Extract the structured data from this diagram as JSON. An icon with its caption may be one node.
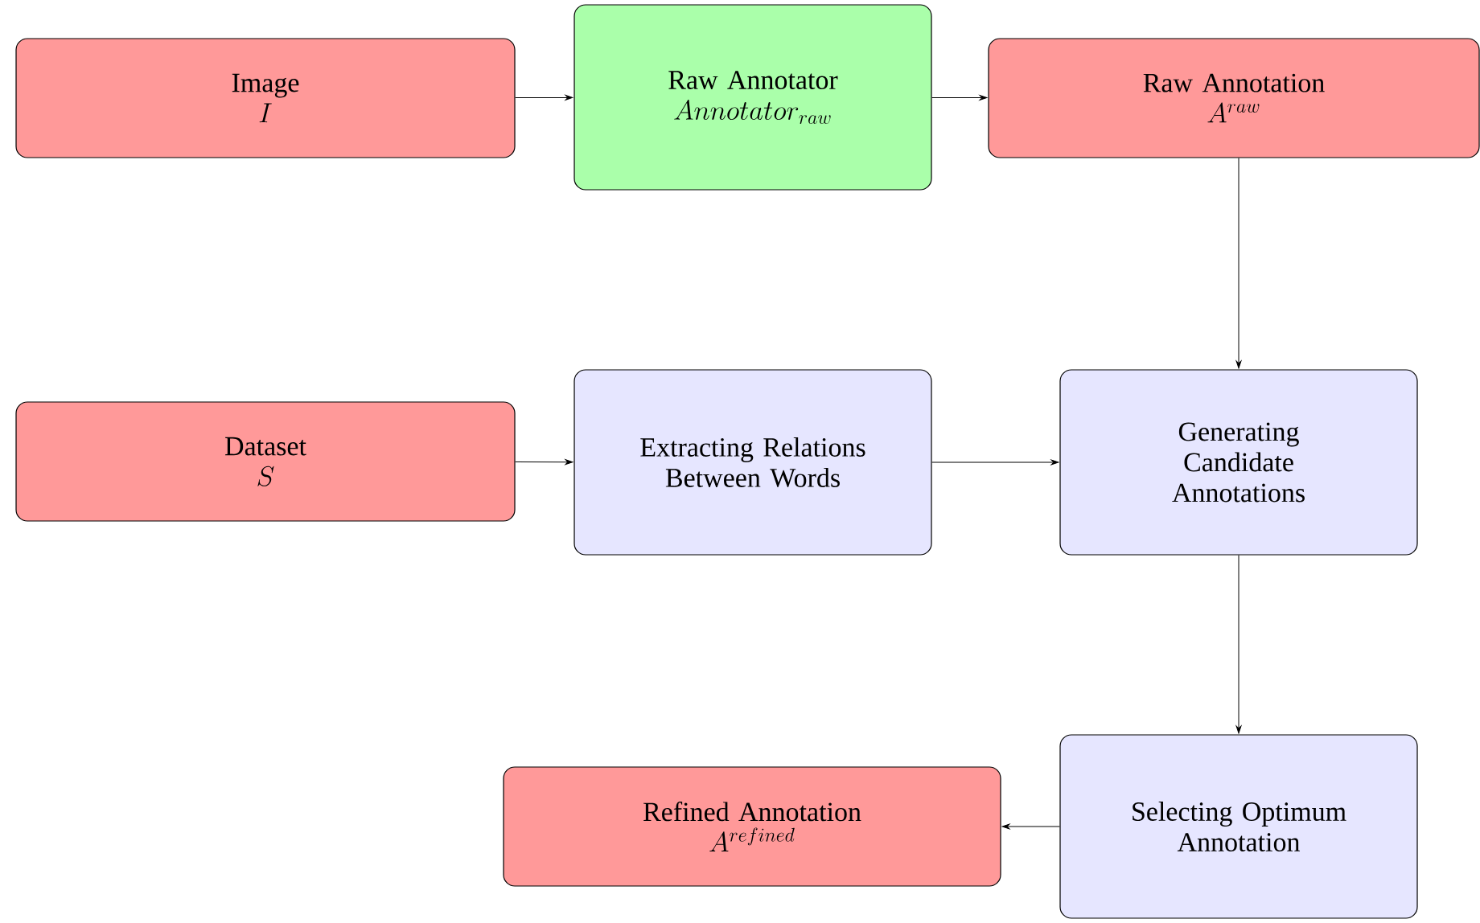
{
  "diagram": {
    "nodes": [
      {
        "text": [
          "Image",
          "I"
        ]
      },
      {
        "text": [
          "Raw Annotator",
          "Annotator_{raw}"
        ]
      },
      {
        "text": [
          "Raw Annotation",
          "A^{raw}"
        ]
      },
      {
        "text": [
          "Dataset",
          "S"
        ]
      },
      {
        "text": [
          "Extracting Relations Between Words"
        ]
      },
      {
        "text": [
          "Generating Candidate Annotations"
        ]
      },
      {
        "text": [
          "Selecting Optimum Annotation"
        ]
      },
      {
        "text": [
          "Refined Annotation",
          "A^{refined}"
        ]
      }
    ],
    "edges": [
      {
        "from": 0,
        "to": 1,
        "arrow": "to"
      },
      {
        "from": 1,
        "to": 2,
        "arrow": "to"
      },
      {
        "from": 2,
        "to": 5,
        "arrow": "to"
      },
      {
        "from": 3,
        "to": 4,
        "arrow": "to"
      },
      {
        "from": 4,
        "to": 5,
        "arrow": "to"
      },
      {
        "from": 5,
        "to": 6,
        "arrow": "to"
      },
      {
        "from": 6,
        "to": 7,
        "arrow": "to"
      }
    ]
  }
}
